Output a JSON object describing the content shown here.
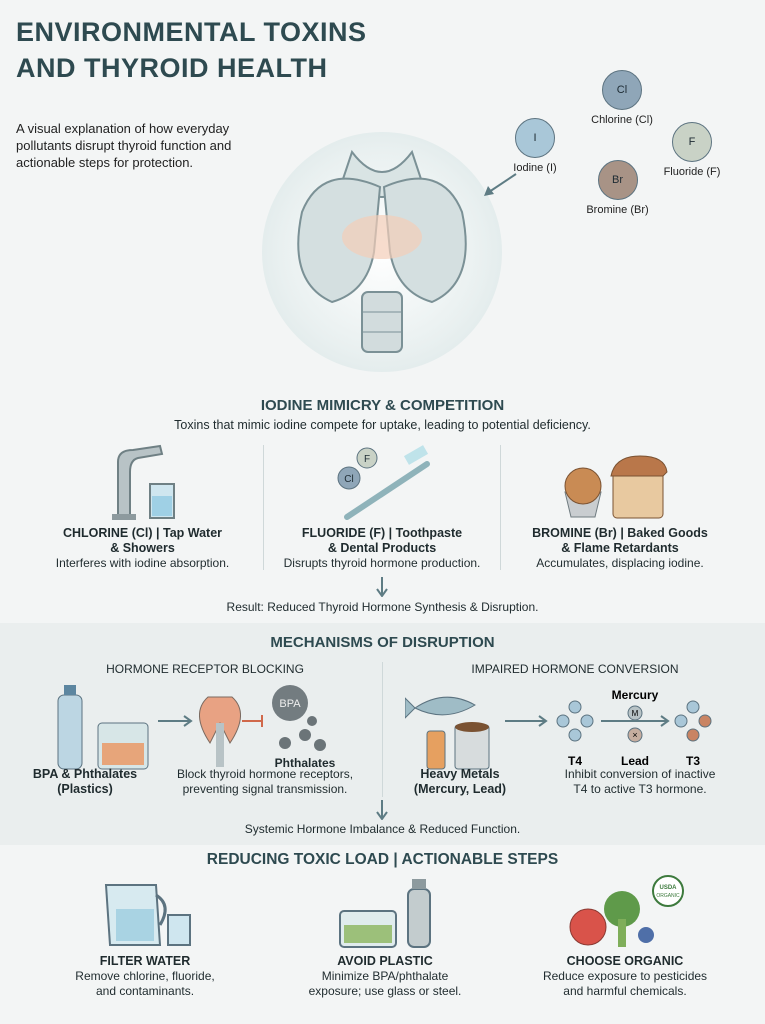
{
  "header": {
    "title_line1": "ENVIRONMENTAL TOXINS",
    "title_line2": "AND THYROID HEALTH",
    "subtitle": "A visual explanation of how everyday pollutants disrupt thyroid function and actionable steps for protection."
  },
  "elements": [
    {
      "symbol": "Cl",
      "label": "Chlorine (Cl)",
      "color": "#8fa6b8"
    },
    {
      "symbol": "I",
      "label": "Iodine (I)",
      "color": "#a9c7d8"
    },
    {
      "symbol": "F",
      "label": "Fluoride (F)",
      "color": "#c9d2c6"
    },
    {
      "symbol": "Br",
      "label": "Bromine (Br)",
      "color": "#a89386"
    }
  ],
  "section1": {
    "heading": "IODINE MIMICRY & COMPETITION",
    "subheading": "Toxins that mimic iodine compete for uptake, leading to potential deficiency.",
    "items": [
      {
        "title_line1": "CHLORINE (Cl) | Tap Water",
        "title_line2": "& Showers",
        "desc": "Interferes with iodine absorption.",
        "icon": "faucet-icon"
      },
      {
        "title_line1": "FLUORIDE (F) | Toothpaste",
        "title_line2": "& Dental Products",
        "desc": "Disrupts thyroid hormone production.",
        "icon": "toothbrush-icon",
        "badges": [
          "Cl",
          "F"
        ]
      },
      {
        "title_line1": "BROMINE (Br) | Baked Goods",
        "title_line2": "& Flame Retardants",
        "desc": "Accumulates, displacing iodine.",
        "icon": "bread-icon"
      }
    ],
    "result": "Result: Reduced Thyroid Hormone Synthesis & Disruption."
  },
  "section2": {
    "heading": "MECHANISMS OF DISRUPTION",
    "left": {
      "subheading": "HORMONE RECEPTOR BLOCKING",
      "source_line1": "BPA & Phthalates",
      "source_line2": "(Plastics)",
      "bpa_label": "BPA",
      "phthalates_label": "Phthalates",
      "desc_line1": "Block thyroid hormone receptors,",
      "desc_line2": "preventing signal transmission."
    },
    "right": {
      "subheading": "IMPAIRED HORMONE CONVERSION",
      "source_line1": "Heavy Metals",
      "source_line2": "(Mercury, Lead)",
      "mercury_label": "Mercury",
      "mercury_symbol": "M",
      "lead_label": "Lead",
      "t4_label": "T4",
      "t3_label": "T3",
      "desc_line1": "Inhibit conversion of inactive",
      "desc_line2": "T4 to active T3 hormone."
    },
    "result": "Systemic Hormone Imbalance & Reduced Function."
  },
  "section3": {
    "heading": "REDUCING TOXIC LOAD | ACTIONABLE STEPS",
    "items": [
      {
        "title": "FILTER WATER",
        "desc_line1": "Remove chlorine, fluoride,",
        "desc_line2": "and contaminants."
      },
      {
        "title": "AVOID PLASTIC",
        "desc_line1": "Minimize BPA/phthalate",
        "desc_line2": "exposure; use glass or steel."
      },
      {
        "title": "CHOOSE ORGANIC",
        "desc_line1": "Reduce exposure to pesticides",
        "desc_line2": "and harmful chemicals.",
        "badge_line1": "USDA",
        "badge_line2": "ORGANIC"
      }
    ]
  },
  "colors": {
    "heading": "#2e4a50",
    "thyroid": "#dbe6e6",
    "arrow": "#5e7c84",
    "block": "#d0684a"
  }
}
